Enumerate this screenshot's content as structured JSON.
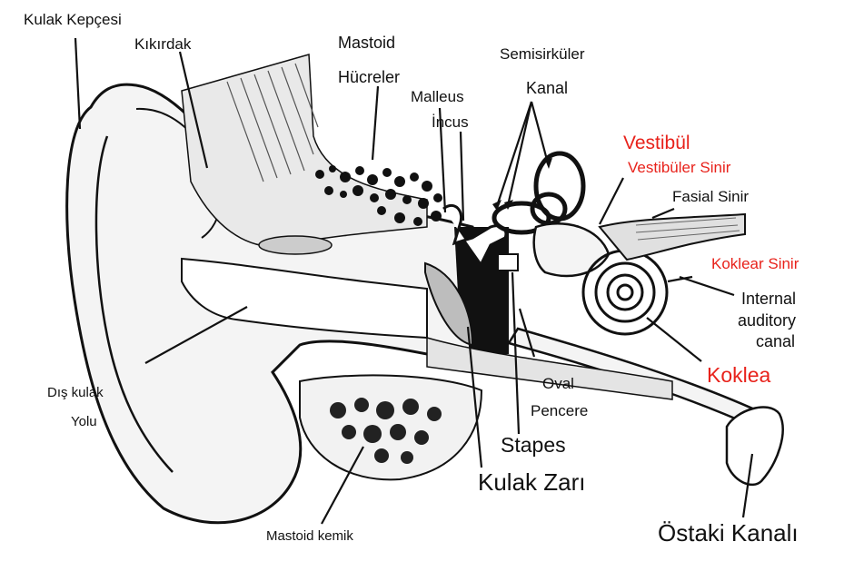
{
  "colors": {
    "ink": "#111111",
    "highlight": "#e8221b",
    "tissue_fill": "#f4f4f4",
    "shade": "#bdbdbd",
    "background": "#ffffff"
  },
  "labels": {
    "kulak_kepcesi": "Kulak Kepçesi",
    "kikirdak": "Kıkırdak",
    "mastoid": "Mastoid",
    "hucreler": "Hücreler",
    "semisirkuler": "Semisirküler",
    "kanal": "Kanal",
    "malleus": "Malleus",
    "incus": "İncus",
    "vestibul": "Vestibül",
    "vestibuler_sinir": "Vestibüler Sinir",
    "fasial_sinir": "Fasial Sinir",
    "koklear_sinir": "Koklear Sinir",
    "internal": "Internal",
    "auditory": "auditory",
    "canal": "canal",
    "koklea": "Koklea",
    "oval": "Oval",
    "pencere": "Pencere",
    "stapes": "Stapes",
    "kulak_zari": "Kulak Zarı",
    "dis_kulak": "Dış kulak",
    "yolu": "Yolu",
    "mastoid_kemik": "Mastoid kemik",
    "ostaki_kanali": "Östaki Kanalı"
  },
  "highlighted_labels": [
    "Vestibül",
    "Vestibüler Sinir",
    "Koklear Sinir",
    "Koklea"
  ]
}
